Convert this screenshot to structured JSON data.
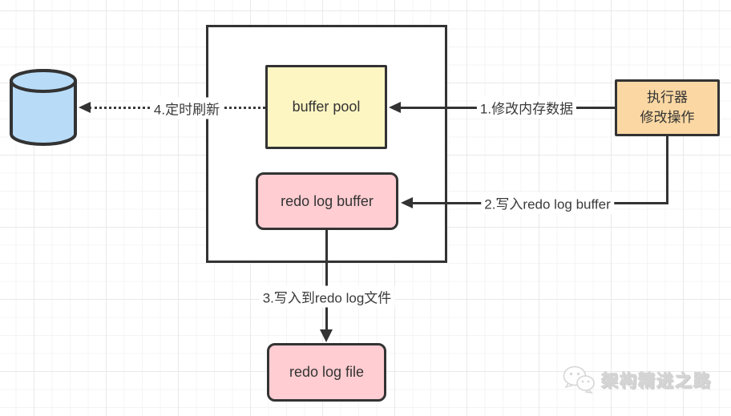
{
  "colors": {
    "stroke": "#333333",
    "buffer_pool_fill": "#FDF6C3",
    "redo_fill": "#FFCDD2",
    "executor_fill": "#FBD8A3",
    "database_fill": "#B8DCF8",
    "grid_minor": "#f4f4f6",
    "grid_major": "#e9e9ec"
  },
  "nodes": {
    "database": {
      "shape": "cylinder"
    },
    "buffer_pool": {
      "label": "buffer pool"
    },
    "redo_log_buffer": {
      "label": "redo log buffer"
    },
    "redo_log_file": {
      "label": "redo log file"
    },
    "executor": {
      "label": "执行器\n修改操作"
    }
  },
  "arrows": {
    "step1": {
      "label": "1.修改内存数据"
    },
    "step2": {
      "label": "2.写入redo log buffer"
    },
    "step3": {
      "label": "3.写入到redo log文件"
    },
    "step4": {
      "label": "4.定时刷新"
    }
  },
  "watermark": {
    "icon": "wechat-icon",
    "text": "架构精进之路"
  }
}
